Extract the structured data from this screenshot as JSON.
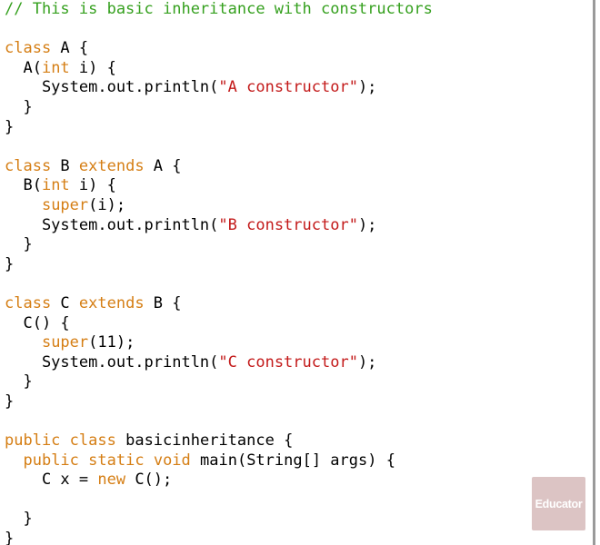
{
  "code_lines": [
    [
      {
        "t": "// This is basic inheritance with constructors",
        "c": "comment"
      }
    ],
    [],
    [
      {
        "t": "class",
        "c": "kw"
      },
      {
        "t": " A {",
        "c": "plain"
      }
    ],
    [
      {
        "t": "  A(",
        "c": "plain"
      },
      {
        "t": "int",
        "c": "kw"
      },
      {
        "t": " i) {",
        "c": "plain"
      }
    ],
    [
      {
        "t": "    System.out.println(",
        "c": "plain"
      },
      {
        "t": "\"A constructor\"",
        "c": "str"
      },
      {
        "t": ");",
        "c": "plain"
      }
    ],
    [
      {
        "t": "  }",
        "c": "plain"
      }
    ],
    [
      {
        "t": "}",
        "c": "plain"
      }
    ],
    [],
    [
      {
        "t": "class",
        "c": "kw"
      },
      {
        "t": " B ",
        "c": "plain"
      },
      {
        "t": "extends",
        "c": "kw"
      },
      {
        "t": " A {",
        "c": "plain"
      }
    ],
    [
      {
        "t": "  B(",
        "c": "plain"
      },
      {
        "t": "int",
        "c": "kw"
      },
      {
        "t": " i) {",
        "c": "plain"
      }
    ],
    [
      {
        "t": "    ",
        "c": "plain"
      },
      {
        "t": "super",
        "c": "kw"
      },
      {
        "t": "(i);",
        "c": "plain"
      }
    ],
    [
      {
        "t": "    System.out.println(",
        "c": "plain"
      },
      {
        "t": "\"B constructor\"",
        "c": "str"
      },
      {
        "t": ");",
        "c": "plain"
      }
    ],
    [
      {
        "t": "  }",
        "c": "plain"
      }
    ],
    [
      {
        "t": "}",
        "c": "plain"
      }
    ],
    [],
    [
      {
        "t": "class",
        "c": "kw"
      },
      {
        "t": " C ",
        "c": "plain"
      },
      {
        "t": "extends",
        "c": "kw"
      },
      {
        "t": " B {",
        "c": "plain"
      }
    ],
    [
      {
        "t": "  C() {",
        "c": "plain"
      }
    ],
    [
      {
        "t": "    ",
        "c": "plain"
      },
      {
        "t": "super",
        "c": "kw"
      },
      {
        "t": "(11);",
        "c": "plain"
      }
    ],
    [
      {
        "t": "    System.out.println(",
        "c": "plain"
      },
      {
        "t": "\"C constructor\"",
        "c": "str"
      },
      {
        "t": ");",
        "c": "plain"
      }
    ],
    [
      {
        "t": "  }",
        "c": "plain"
      }
    ],
    [
      {
        "t": "}",
        "c": "plain"
      }
    ],
    [],
    [
      {
        "t": "public",
        "c": "kw"
      },
      {
        "t": " ",
        "c": "plain"
      },
      {
        "t": "class",
        "c": "kw"
      },
      {
        "t": " basicinheritance {",
        "c": "plain"
      }
    ],
    [
      {
        "t": "  ",
        "c": "plain"
      },
      {
        "t": "public",
        "c": "kw"
      },
      {
        "t": " ",
        "c": "plain"
      },
      {
        "t": "static",
        "c": "kw"
      },
      {
        "t": " ",
        "c": "plain"
      },
      {
        "t": "void",
        "c": "kw"
      },
      {
        "t": " main(String[] args) {",
        "c": "plain"
      }
    ],
    [
      {
        "t": "    C x = ",
        "c": "plain"
      },
      {
        "t": "new",
        "c": "kw"
      },
      {
        "t": " C();",
        "c": "plain"
      }
    ],
    [],
    [
      {
        "t": "  }",
        "c": "plain"
      }
    ],
    [
      {
        "t": "}",
        "c": "plain"
      }
    ]
  ],
  "watermark": {
    "text": "Educator"
  },
  "colors": {
    "comment": "#35a01e",
    "keyword": "#d57e14",
    "string": "#c31a1a",
    "plain": "#000000",
    "background": "#ffffff"
  }
}
